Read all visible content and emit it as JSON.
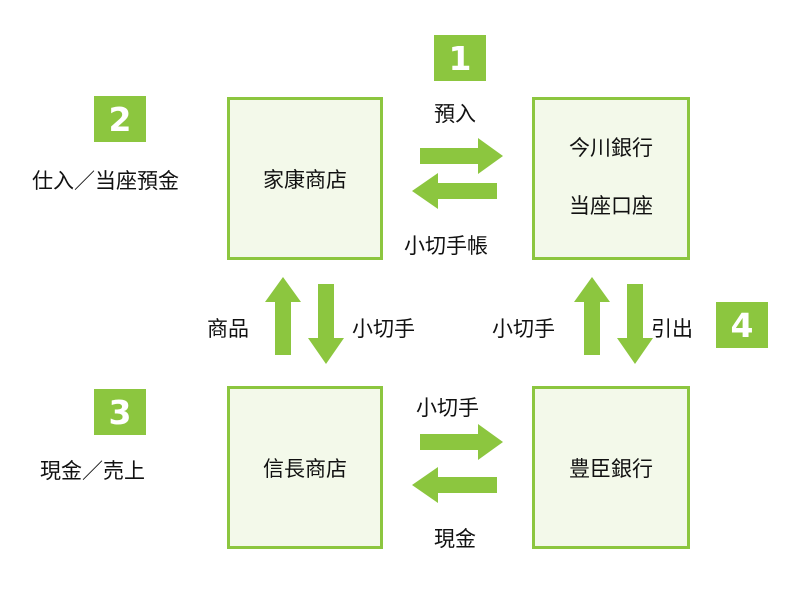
{
  "boxes": {
    "ieyasu": "家康商店",
    "imagawa": [
      "今川銀行",
      "当座口座"
    ],
    "nobunaga": "信長商店",
    "toyotomi": "豊臣銀行"
  },
  "steps": [
    {
      "number": "1",
      "label": "預入"
    },
    {
      "number": "2",
      "label": "仕入／当座預金"
    },
    {
      "number": "3",
      "label": "現金／売上"
    },
    {
      "number": "4",
      "label": "引出"
    }
  ],
  "flows": {
    "ieyasu_to_imagawa_check": "小切手帳",
    "ieyasu_nobunaga_goods": "商品",
    "nobunaga_to_ieyasu_check": "小切手",
    "toyotomi_to_imagawa_check": "小切手",
    "nobunaga_to_toyotomi_check": "小切手",
    "toyotomi_to_nobunaga_cash": "現金"
  },
  "colors": {
    "accent": "#8cc63f",
    "box_fill": "#f3f9ea"
  }
}
